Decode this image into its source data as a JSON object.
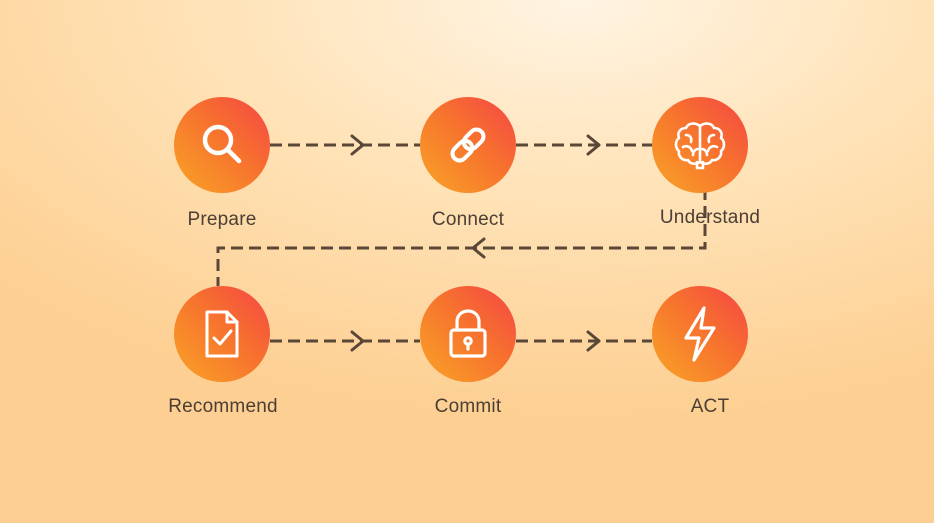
{
  "steps": [
    {
      "label": "Prepare",
      "icon": "search-icon"
    },
    {
      "label": "Connect",
      "icon": "link-icon"
    },
    {
      "label": "Understand",
      "icon": "brain-icon"
    },
    {
      "label": "Recommend",
      "icon": "document-check-icon"
    },
    {
      "label": "Commit",
      "icon": "lock-icon"
    },
    {
      "label": "ACT",
      "icon": "lightning-icon"
    }
  ],
  "colors": {
    "node_gradient": [
      "#F44545",
      "#F7722E",
      "#F8A426"
    ],
    "connector": "#5A4738",
    "label": "#4B3E35"
  }
}
